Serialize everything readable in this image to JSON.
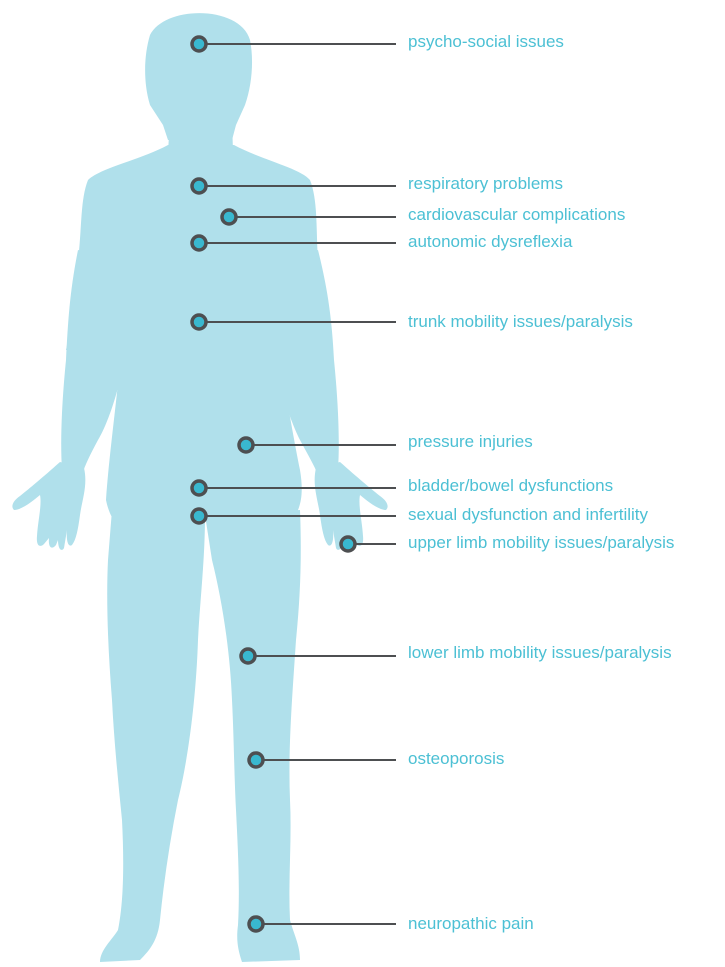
{
  "colors": {
    "body": "#b0e0eb",
    "marker_ring": "#4d4f51",
    "marker_fill": "#39b8cf",
    "leader_line": "#4d4f51",
    "label_text": "#4cc0d4"
  },
  "callouts": [
    {
      "id": "psycho-social",
      "label": "psycho-social issues"
    },
    {
      "id": "respiratory",
      "label": "respiratory problems"
    },
    {
      "id": "cardiovascular",
      "label": "cardiovascular complications"
    },
    {
      "id": "autonomic",
      "label": "autonomic dysreflexia"
    },
    {
      "id": "trunk",
      "label": "trunk mobility issues/paralysis"
    },
    {
      "id": "pressure",
      "label": "pressure injuries"
    },
    {
      "id": "bladder-bowel",
      "label": "bladder/bowel dysfunctions"
    },
    {
      "id": "sexual",
      "label": "sexual dysfunction and infertility"
    },
    {
      "id": "upper-limb",
      "label": "upper limb mobility issues/paralysis"
    },
    {
      "id": "lower-limb",
      "label": "lower limb mobility issues/paralysis"
    },
    {
      "id": "osteoporosis",
      "label": "osteoporosis"
    },
    {
      "id": "neuropathic",
      "label": "neuropathic pain"
    }
  ]
}
